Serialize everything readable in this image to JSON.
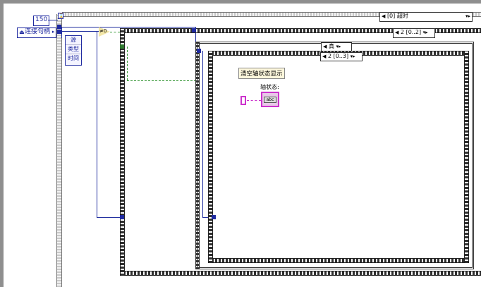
{
  "constants": {
    "timeout_value": "150",
    "connection_handle": "连接句柄"
  },
  "error_cluster": {
    "items": [
      "源",
      "类型",
      "时间"
    ]
  },
  "selectors": {
    "outer_case": "[0] 超时",
    "sequence_frame": "2 [0..2]",
    "inner_case": "真",
    "inner_sequence": "2 [0..3]"
  },
  "inner": {
    "clear_label": "清空轴状态显示",
    "axis_status_label": "轴状态:",
    "string_indicator": "abc"
  },
  "comparator": {
    "label": "≠0"
  },
  "colors": {
    "wire_blue": "#2230a0",
    "wire_pink": "#cc33cc",
    "wire_green": "#3a9a3a"
  }
}
